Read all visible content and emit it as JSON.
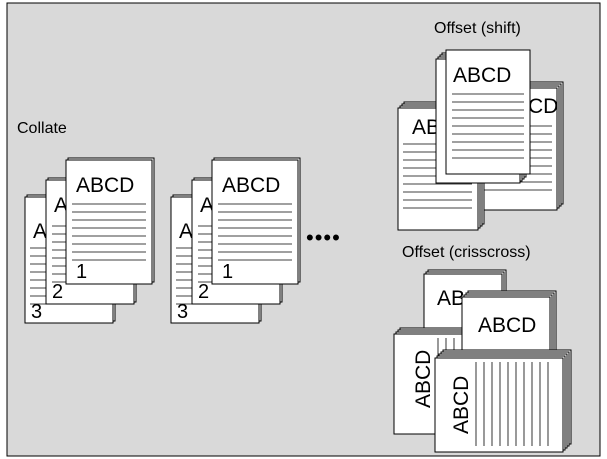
{
  "diagram": {
    "background_color": "#d9d9d9",
    "labels": {
      "collate": "Collate",
      "offset_shift": "Offset (shift)",
      "offset_crisscross": "Offset (crisscross)",
      "ellipsis": "••••"
    },
    "page_text": "ABCD",
    "stack_numbers": [
      "1",
      "2",
      "3"
    ]
  }
}
